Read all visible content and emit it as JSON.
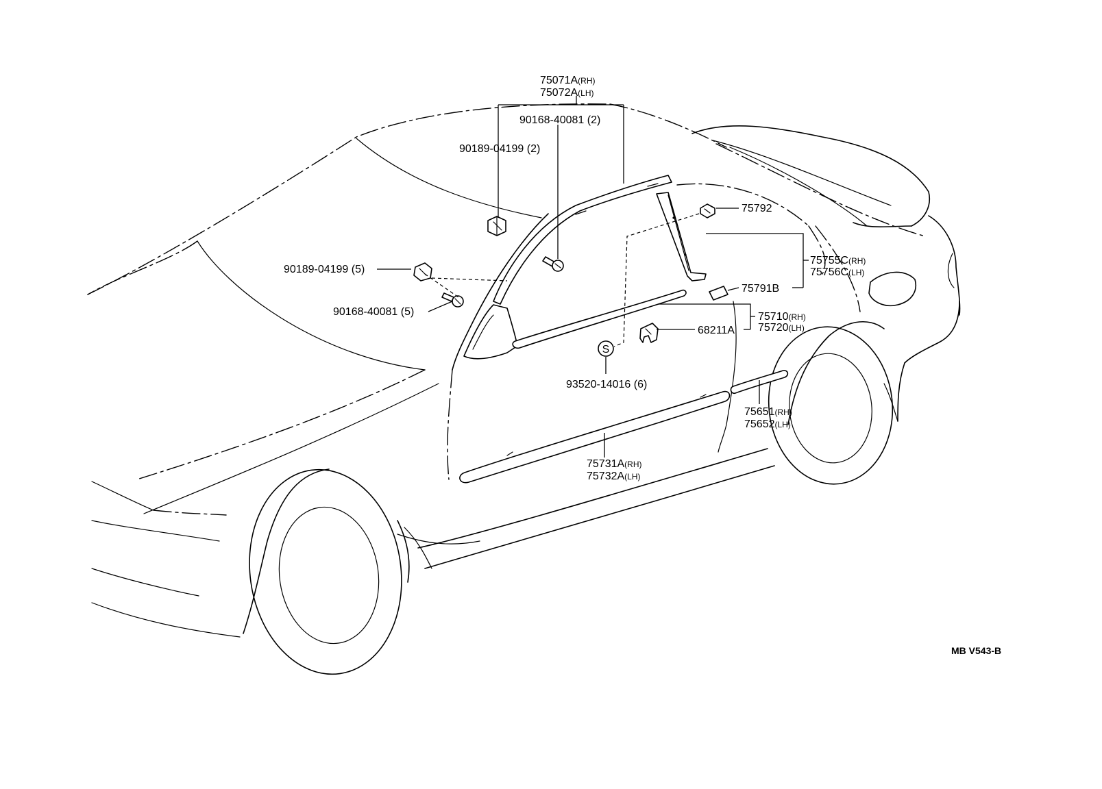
{
  "callouts": {
    "p75071a": {
      "num": "75071A",
      "side": "(RH)"
    },
    "p75072a": {
      "num": "75072A",
      "side": "(LH)"
    },
    "p90168_top": {
      "text": "90168-40081 (2)"
    },
    "p90189_top": {
      "text": "90189-04199 (2)"
    },
    "p75792": {
      "text": "75792"
    },
    "p90189_left": {
      "text": "90189-04199 (5)"
    },
    "p90168_left": {
      "text": "90168-40081 (5)"
    },
    "p75755c": {
      "num": "75755C",
      "side": "(RH)"
    },
    "p75756c": {
      "num": "75756C",
      "side": "(LH)"
    },
    "p75791b": {
      "text": "75791B"
    },
    "p75710": {
      "num": "75710",
      "side": "(RH)"
    },
    "p75720": {
      "num": "75720",
      "side": "(LH)"
    },
    "p68211a": {
      "text": "68211A"
    },
    "sealer_symbol": "S",
    "p93520": {
      "text": "93520-14016 (6)"
    },
    "p75651": {
      "num": "75651",
      "side": "(RH)"
    },
    "p75652": {
      "num": "75652",
      "side": "(LH)"
    },
    "p75731a": {
      "num": "75731A",
      "side": "(RH)"
    },
    "p75732a": {
      "num": "75732A",
      "side": "(LH)"
    }
  },
  "figure_code": "MB V543-B"
}
